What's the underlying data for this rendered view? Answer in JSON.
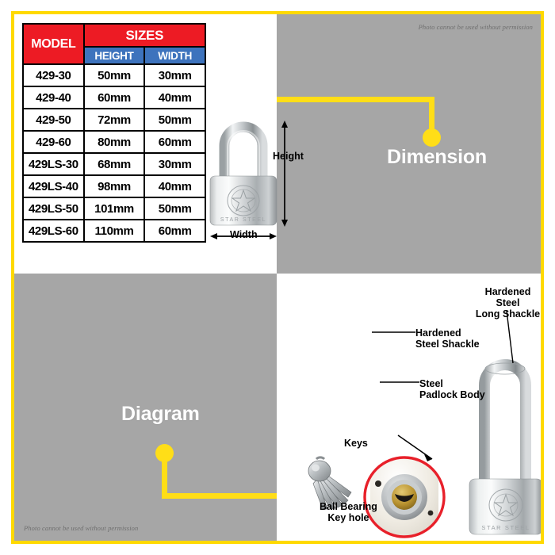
{
  "watermark": {
    "top": "Photo cannot be used without permission",
    "bottom": "Photo cannot be used without permission"
  },
  "table": {
    "header_model": "MODEL",
    "header_sizes": "SIZES",
    "header_height": "HEIGHT",
    "header_width": "WIDTH",
    "rows": [
      {
        "model": "429-30",
        "height": "50mm",
        "width": "30mm"
      },
      {
        "model": "429-40",
        "height": "60mm",
        "width": "40mm"
      },
      {
        "model": "429-50",
        "height": "72mm",
        "width": "50mm"
      },
      {
        "model": "429-60",
        "height": "80mm",
        "width": "60mm"
      },
      {
        "model": "429LS-30",
        "height": "68mm",
        "width": "30mm"
      },
      {
        "model": "429LS-40",
        "height": "98mm",
        "width": "40mm"
      },
      {
        "model": "429LS-50",
        "height": "101mm",
        "width": "50mm"
      },
      {
        "model": "429LS-60",
        "height": "110mm",
        "width": "60mm"
      }
    ]
  },
  "sections": {
    "dimension_label": "Dimension",
    "diagram_label": "Diagram"
  },
  "dimension_panel": {
    "height_label": "Height",
    "width_label": "Width"
  },
  "diagram_panel": {
    "hardened_steel_shackle": "Hardened\nSteel Shackle",
    "hardened_steel_long_shackle": "Hardened Steel\nLong Shackle",
    "steel_padlock_body": "Steel\nPadlock Body",
    "keys": "Keys",
    "ball_bearing_key_hole": "Ball Bearing\nKey hole"
  },
  "colors": {
    "frame_yellow": "#FFD900",
    "connector_yellow": "#FFDE17",
    "panel_gray": "#a6a6a6",
    "header_red": "#ED1B24",
    "header_blue": "#3D73BD",
    "highlight_red": "#E8202A"
  }
}
